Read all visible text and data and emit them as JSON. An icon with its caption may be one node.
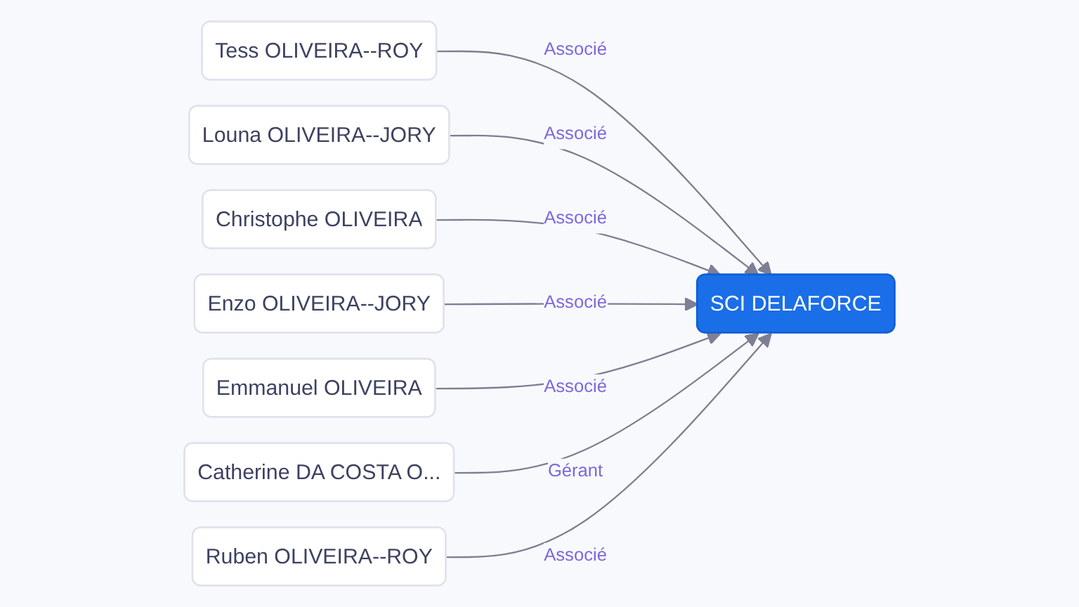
{
  "diagram": {
    "nodes": [
      {
        "text": [
          "Tess OLIVEIRA--ROY"
        ]
      },
      {
        "text": [
          "Louna OLIVEIRA--JORY"
        ]
      },
      {
        "text": [
          "Christophe OLIVEIRA"
        ]
      },
      {
        "text": [
          "Enzo OLIVEIRA--JORY"
        ]
      },
      {
        "text": [
          "SCI DELAFORCE"
        ]
      },
      {
        "text": [
          "Emmanuel OLIVEIRA"
        ]
      },
      {
        "text": [
          "Catherine DA COSTA O..."
        ]
      },
      {
        "text": [
          "Ruben OLIVEIRA--ROY"
        ]
      }
    ],
    "edges": [
      {
        "from": 0,
        "to": 4,
        "arrow": "to",
        "label": "Associé"
      },
      {
        "from": 1,
        "to": 4,
        "arrow": "to",
        "label": "Associé"
      },
      {
        "from": 2,
        "to": 4,
        "arrow": "to",
        "label": "Associé"
      },
      {
        "from": 3,
        "to": 4,
        "arrow": "to",
        "label": "Associé"
      },
      {
        "from": 5,
        "to": 4,
        "arrow": "to",
        "label": "Associé"
      },
      {
        "from": 6,
        "to": 4,
        "arrow": "to",
        "label": "Gérant"
      },
      {
        "from": 7,
        "to": 4,
        "arrow": "to",
        "label": "Associé"
      }
    ]
  }
}
